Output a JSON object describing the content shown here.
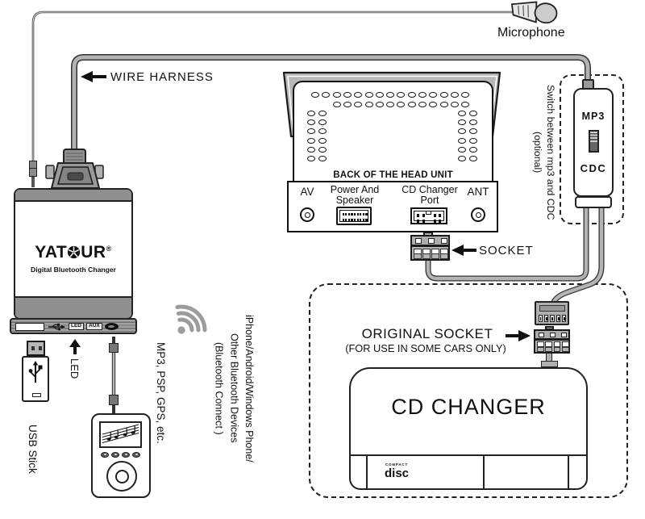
{
  "microphone": {
    "label": "Microphone"
  },
  "wire_harness": {
    "label": "WIRE HARNESS"
  },
  "head_unit": {
    "title": "BACK OF THE HEAD UNIT",
    "av_label": "AV",
    "power_label_line1": "Power And",
    "power_label_line2": "Speaker",
    "cd_port_label_line1": "CD Changer",
    "cd_port_label_line2": "Port",
    "ant_label": "ANT"
  },
  "socket": {
    "label": "SOCKET"
  },
  "mp3_cdc_switch": {
    "mp3_label": "MP3",
    "cdc_label": "CDC",
    "note_line1": "Switch between mp3 and CDC",
    "note_line2": "(optional)"
  },
  "cd_changer_area": {
    "original_socket_label": "ORIGINAL SOCKET",
    "original_socket_note": "(FOR USE IN SOME CARS ONLY)",
    "title": "CD CHANGER",
    "disc_logo_line1": "COMPACT",
    "disc_logo_line2": "disc"
  },
  "yatour_device": {
    "brand_left": "YAT",
    "brand_right": "UR",
    "brand_reg": "®",
    "subtitle": "Digital Bluetooth Changer",
    "led_port_label": "LED",
    "aux_port_label": "AUX"
  },
  "peripherals": {
    "usb_stick_label": "USB Stick",
    "led_label": "LED",
    "mp3_devices_label": "MP3, PSP, GPS, etc.",
    "bluetooth_line1": "iPhone/Android/Windows Phone/",
    "bluetooth_line2": "Other Bluetooth Devices",
    "bluetooth_line3": "(Bluetooth Connect )"
  }
}
